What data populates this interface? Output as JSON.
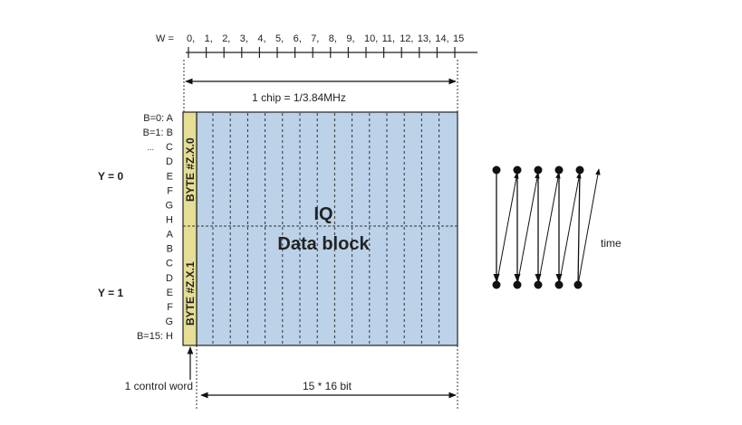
{
  "axis": {
    "prefix": "W =",
    "labels": [
      "0,",
      "1,",
      "2,",
      "3,",
      "4,",
      "5,",
      "6,",
      "7,",
      "8,",
      "9,",
      "10,",
      "11,",
      "12,",
      "13,",
      "14,",
      "15"
    ]
  },
  "chip_label": "1 chip = 1/3.84MHz",
  "rows": {
    "labels": [
      "B=0: A",
      "B=1: B",
      "C",
      "D",
      "E",
      "F",
      "G",
      "H",
      "A",
      "B",
      "C",
      "D",
      "E",
      "F",
      "G",
      "B=15: H"
    ],
    "ellipsis": "...",
    "y0": "Y = 0",
    "y1": "Y = 1"
  },
  "control": {
    "byte0": "BYTE #Z.X.0",
    "byte1": "BYTE #Z.X.1",
    "label": "1 control word"
  },
  "block": {
    "title1": "IQ",
    "title2": "Data block",
    "width_label": "15 * 16 bit"
  },
  "time_label": "time",
  "colors": {
    "block_fill": "#bcd2e8",
    "control_fill": "#e6de95"
  }
}
